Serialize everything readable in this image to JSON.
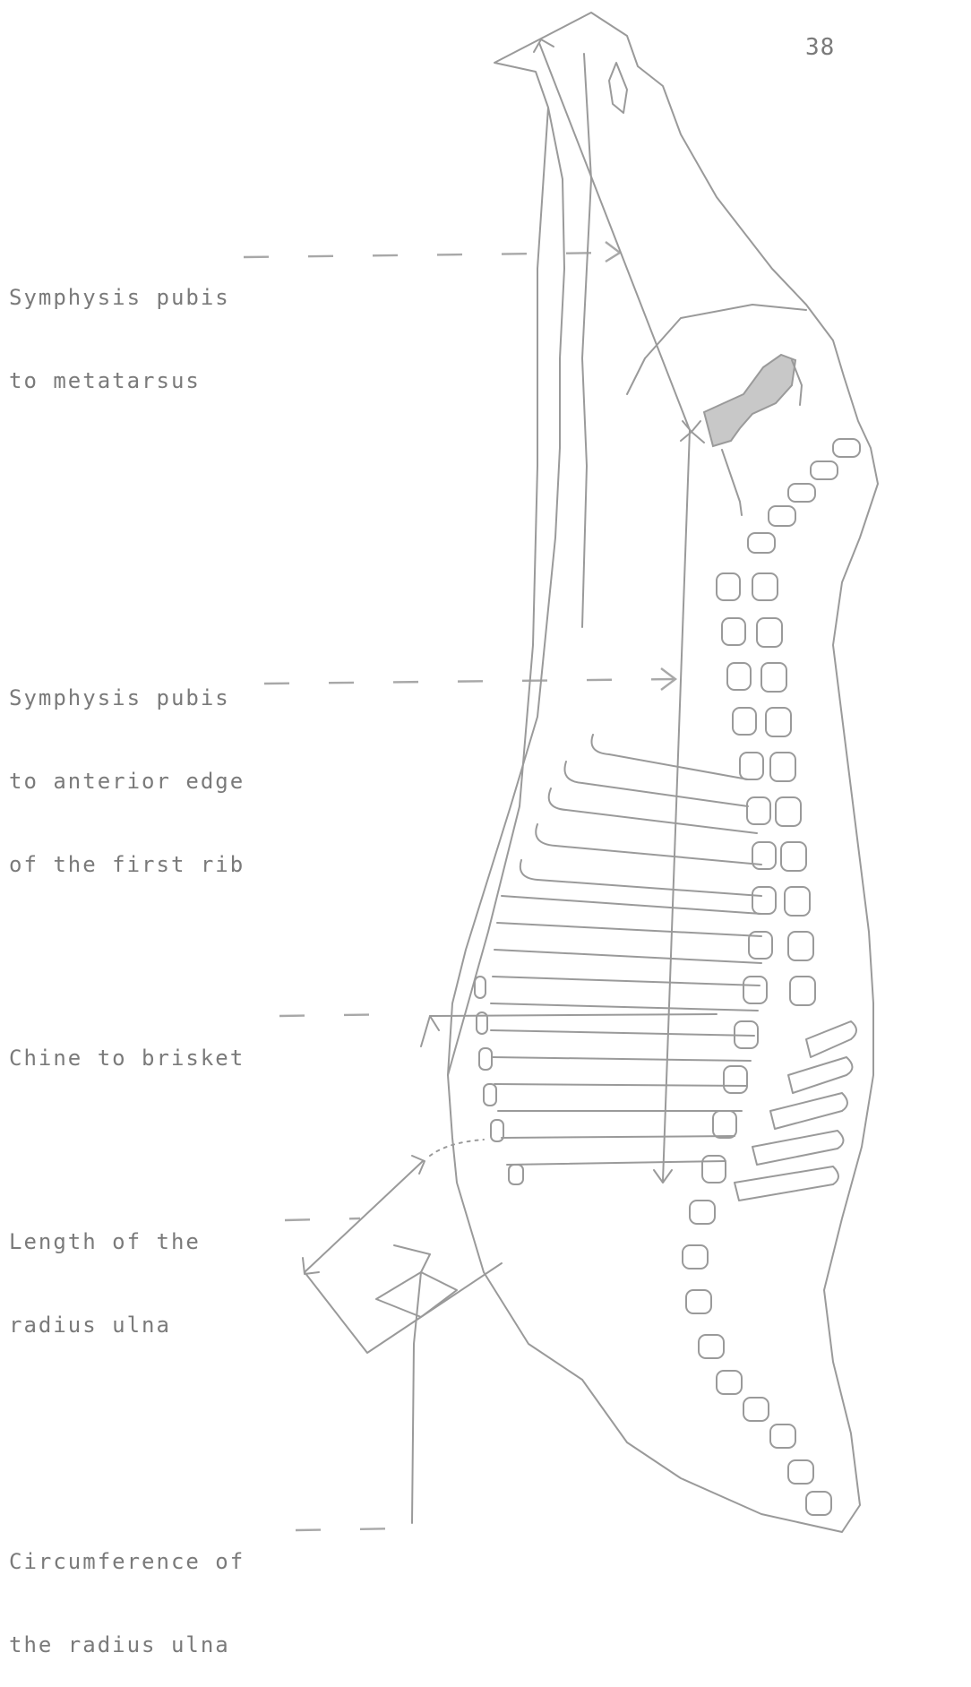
{
  "page_number": "38",
  "labels": {
    "symphysis_metatarsus": [
      "Symphysis pubis",
      "to metatarsus"
    ],
    "symphysis_first_rib": [
      "Symphysis pubis",
      "to anterior edge",
      "of the first rib"
    ],
    "chine_brisket": [
      "Chine to brisket"
    ],
    "radius_length": [
      "Length of the",
      "radius ulna"
    ],
    "radius_circumference": [
      "Circumference of",
      "the radius ulna"
    ]
  },
  "colors": {
    "line": "#9a9a9a",
    "text": "#7a7a7a",
    "pelvis_fill": "#c8c8c8"
  }
}
